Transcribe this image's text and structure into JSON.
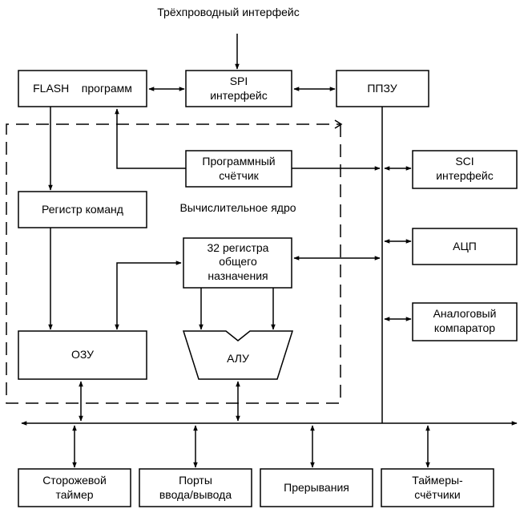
{
  "diagram": {
    "top_label": "Трёхпроводный интерфейс",
    "core_label": "Вычислительное ядро",
    "blocks": {
      "flash": [
        "FLASH    программ"
      ],
      "spi": [
        "SPI",
        "интерфейс"
      ],
      "ppzu": [
        "ППЗУ"
      ],
      "program_counter": [
        "Программный",
        "счётчик"
      ],
      "sci": [
        "SCI",
        "интерфейс"
      ],
      "instruction_register": [
        "Регистр команд"
      ],
      "registers": [
        "32 регистра",
        "общего",
        "назначения"
      ],
      "adc": [
        "АЦП"
      ],
      "comparator": [
        "Аналоговый",
        "компаратор"
      ],
      "ram": [
        "ОЗУ"
      ],
      "alu": [
        "АЛУ"
      ],
      "watchdog": [
        "Сторожевой",
        "таймер"
      ],
      "io_ports": [
        "Порты",
        "ввода/вывода"
      ],
      "interrupts": [
        "Прерывания"
      ],
      "timers": [
        "Таймеры-",
        "счётчики"
      ]
    }
  }
}
